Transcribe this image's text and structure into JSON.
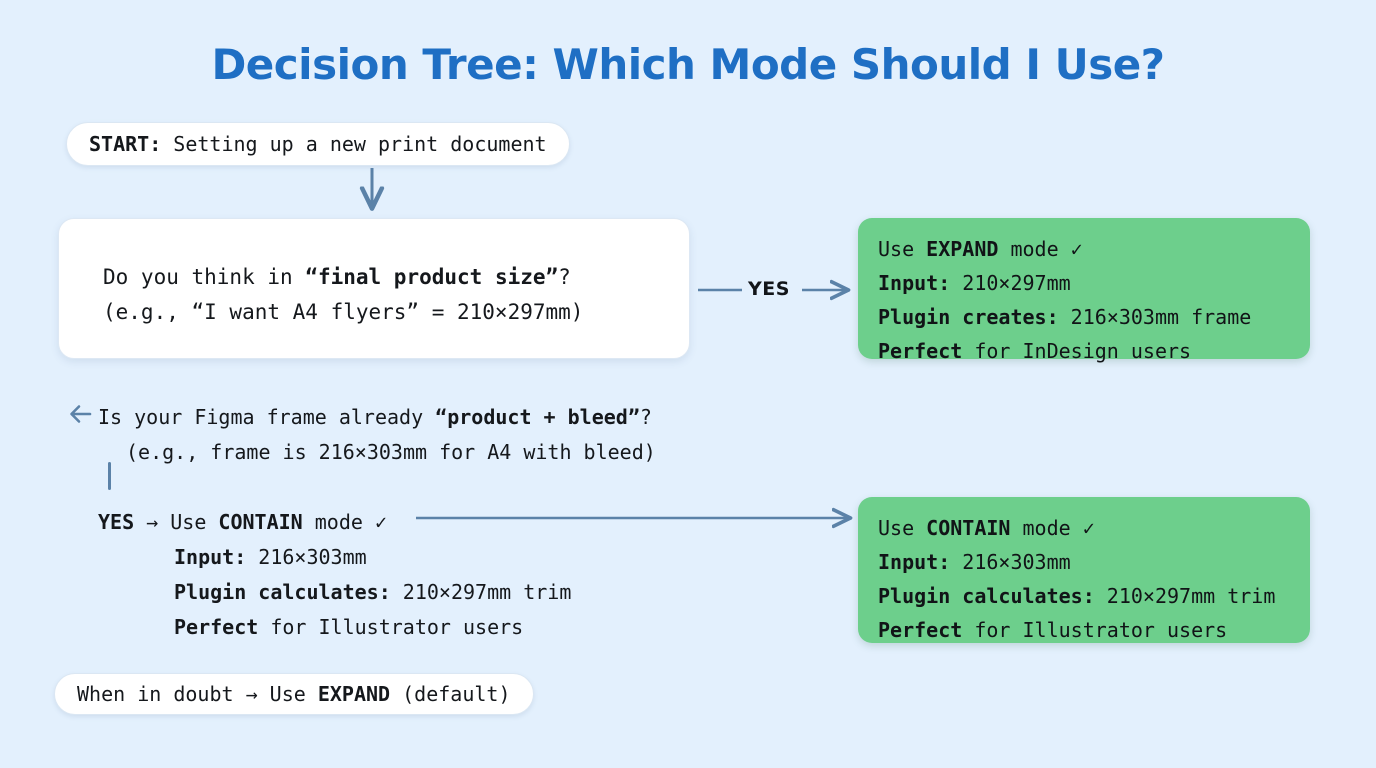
{
  "title": "Decision Tree: Which Mode Should I Use?",
  "colors": {
    "background": "#e3f0fd",
    "title": "#1f6fc4",
    "card": "#ffffff",
    "success": "#6dcf8c",
    "connector": "#5b82a8",
    "text": "#15181c"
  },
  "start": {
    "label": "START:",
    "text": " Setting up a new print document"
  },
  "question": {
    "line1_a": "Do you think in ",
    "line1_b": "“final product size”",
    "line1_c": "?",
    "line2": "(e.g., “I want A4 flyers” = 210×297mm)"
  },
  "yes_branch": {
    "label": "YES"
  },
  "expand_card": {
    "line1_a": "Use ",
    "line1_b": "EXPAND",
    "line1_c": " mode ✓",
    "line2_b": "Input:",
    "line2_c": " 210×297mm",
    "line3_b": "Plugin creates:",
    "line3_c": " 216×303mm frame",
    "line4_b": "Perfect",
    "line4_c": " for InDesign users"
  },
  "second_question": {
    "arrow_icon": "←",
    "line1_a": "Is your Figma frame already ",
    "line1_b": "“product + bleed”",
    "line1_c": "?",
    "line2": "(e.g., frame is 216×303mm for A4 with bleed)"
  },
  "contain_branch": {
    "yes": "YES",
    "arrow": " → ",
    "use": "Use ",
    "mode": "CONTAIN",
    "mode_suffix": " mode ✓",
    "input_label": "Input:",
    "input_value": " 216×303mm",
    "calc_label": "Plugin calculates:",
    "calc_value": " 210×297mm trim",
    "perfect_label": "Perfect",
    "perfect_value": " for Illustrator users"
  },
  "contain_card": {
    "line1_a": "Use ",
    "line1_b": "CONTAIN",
    "line1_c": " mode ✓",
    "line2_b": "Input:",
    "line2_c": " 216×303mm",
    "line3_b": "Plugin calculates:",
    "line3_c": " 210×297mm trim",
    "line4_b": "Perfect",
    "line4_c": " for Illustrator users"
  },
  "footer": {
    "text_a": "When in doubt → Use ",
    "text_b": "EXPAND",
    "text_c": " (default)"
  }
}
